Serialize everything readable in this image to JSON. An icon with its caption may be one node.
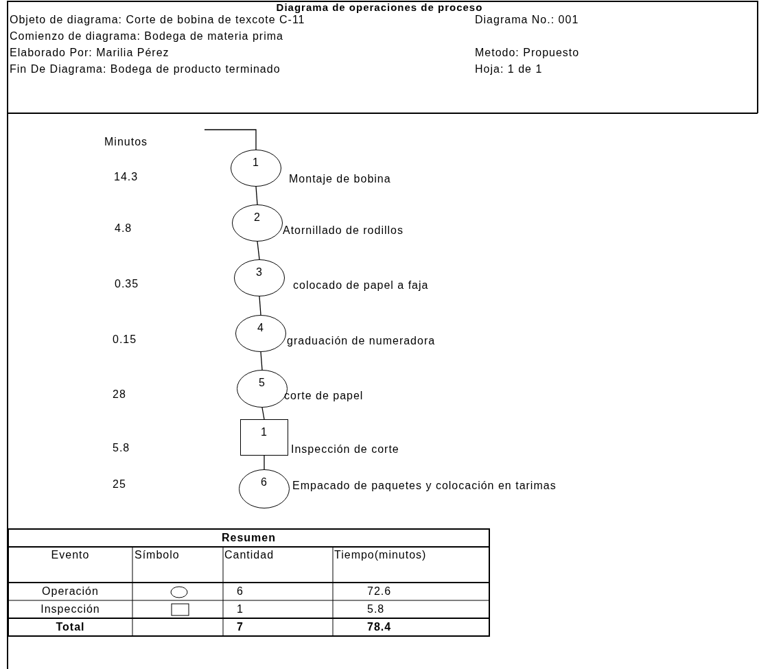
{
  "diagram": {
    "title": "Diagrama de operaciones de proceso",
    "nodes": [
      {
        "text": [
          "1"
        ],
        "beside": [
          "Montaje de bobina"
        ]
      },
      {
        "text": [
          "2"
        ],
        "beside": [
          "Atornillado de rodillos"
        ]
      },
      {
        "text": [
          "3"
        ],
        "beside": [
          "colocado de papel a faja"
        ]
      },
      {
        "text": [
          "4"
        ],
        "beside": [
          "graduación de numeradora"
        ]
      },
      {
        "text": [
          "5"
        ],
        "beside": [
          "corte de papel"
        ]
      },
      {
        "text": [
          "1"
        ],
        "beside": [
          "Inspección de corte"
        ]
      },
      {
        "text": [
          "6"
        ],
        "beside": [
          "Empacado de paquetes y colocación en tarimas"
        ]
      }
    ],
    "edges": [
      {
        "from": null,
        "to": 0,
        "arrow": "none"
      },
      {
        "from": 0,
        "to": 1,
        "arrow": "none"
      },
      {
        "from": 1,
        "to": 2,
        "arrow": "none"
      },
      {
        "from": 2,
        "to": 3,
        "arrow": "none"
      },
      {
        "from": 3,
        "to": 4,
        "arrow": "none"
      },
      {
        "from": 4,
        "to": 5,
        "arrow": "none"
      },
      {
        "from": 5,
        "to": 6,
        "arrow": "none"
      }
    ],
    "labels": [
      "Objeto de diagrama: Corte de bobina de texcote C-11",
      "Diagrama No.: 001",
      "Comienzo de diagrama: Bodega de materia prima",
      "Elaborado Por: Marilia Pérez",
      "Metodo: Propuesto",
      "Fin De Diagrama: Bodega de producto terminado",
      "Hoja: 1 de 1",
      "Minutos",
      "14.3",
      "4.8",
      "0.35",
      "0.15",
      "28",
      "5.8",
      "25",
      "Resumen",
      "Evento",
      "Símbolo",
      "Cantidad",
      "Tiempo(minutos)",
      "Operación",
      "6",
      "72.6",
      "Inspección",
      "1",
      "5.8",
      "Total",
      "7",
      "78.4"
    ]
  }
}
